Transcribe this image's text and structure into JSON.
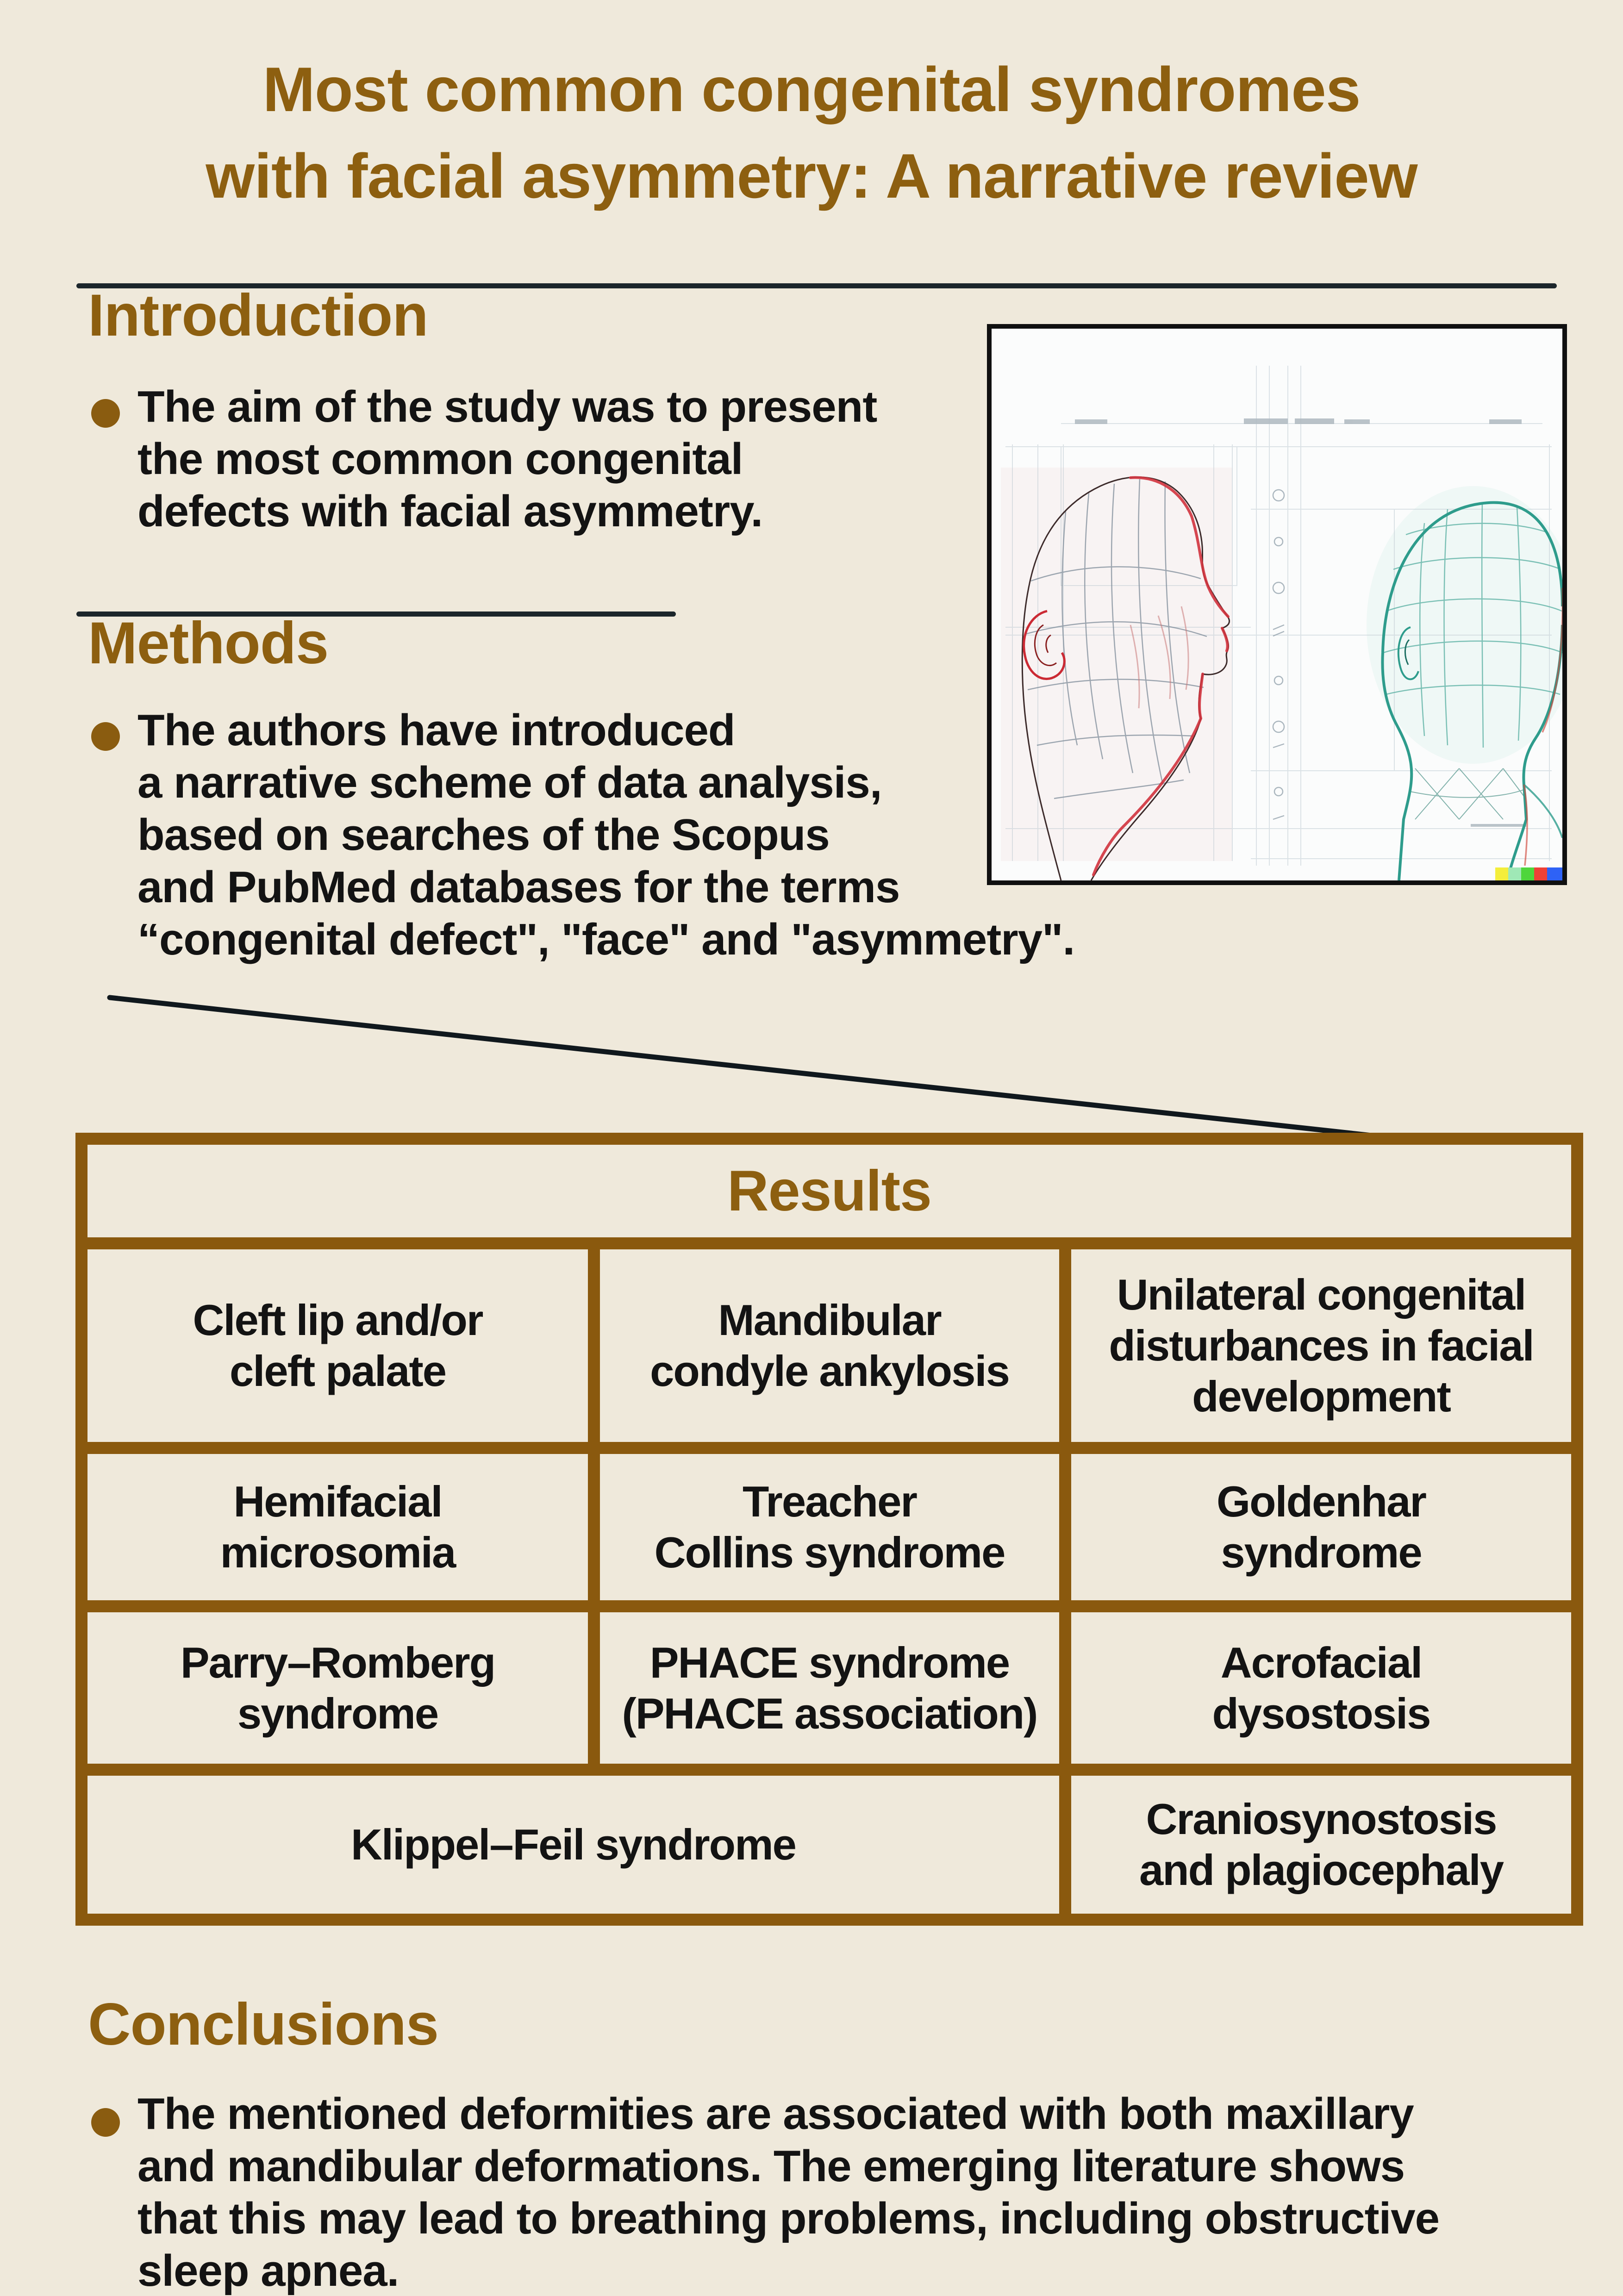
{
  "palette": {
    "background": "#EFE9DB",
    "heading_brown": "#8D5F10",
    "table_border_brown": "#8A590E",
    "bullet_brown": "#8A5C10",
    "body_text": "#131313",
    "rule_dark": "#1C262B",
    "diagonal_line": "#10181D",
    "figure_border": "#101010"
  },
  "title": {
    "lines": [
      "Most common congenital syndromes",
      "with facial asymmetry: A narrative review"
    ]
  },
  "introduction": {
    "heading": "Introduction",
    "bullet_lines": [
      "The aim of the study was to present",
      "the most common congenital",
      "defects with facial asymmetry."
    ]
  },
  "methods": {
    "heading": "Methods",
    "bullet_lines": [
      "The authors have introduced",
      "a narrative scheme of data analysis,",
      "based on searches of the Scopus",
      "and PubMed databases for the terms",
      "“congenital defect\", \"face\" and \"asymmetry\"."
    ]
  },
  "figure": {
    "content": "technical wireframe drawing of two human heads: red profile facing right and teal back view on graph paper",
    "watermark_colors": [
      "#F4EE3B",
      "#9FE8B6",
      "#4ED63C",
      "#EF4136",
      "#2E62F6"
    ]
  },
  "results": {
    "heading": "Results",
    "cells": {
      "r1c1": [
        "Cleft lip and/or",
        "cleft palate"
      ],
      "r1c2": [
        "Mandibular",
        "condyle ankylosis"
      ],
      "r1c3": [
        "Unilateral congenital",
        "disturbances in facial",
        "development"
      ],
      "r2c1": [
        "Hemifacial",
        "microsomia"
      ],
      "r2c2": [
        "Treacher",
        "Collins syndrome"
      ],
      "r2c3": [
        "Goldenhar",
        "syndrome"
      ],
      "r3c1": [
        "Parry–Romberg",
        "syndrome"
      ],
      "r3c2": [
        "PHACE syndrome",
        "(PHACE association)"
      ],
      "r3c3": [
        "Acrofacial",
        "dysostosis"
      ],
      "r4c1": [
        "Klippel–Feil syndrome"
      ],
      "r4c2": [
        "Craniosynostosis",
        "and plagiocephaly"
      ]
    }
  },
  "conclusions": {
    "heading": "Conclusions",
    "bullet_lines": [
      "The mentioned deformities are associated with both maxillary",
      "and mandibular deformations. The emerging literature shows",
      "that this may lead to breathing problems, including obstructive",
      "sleep apnea."
    ]
  }
}
